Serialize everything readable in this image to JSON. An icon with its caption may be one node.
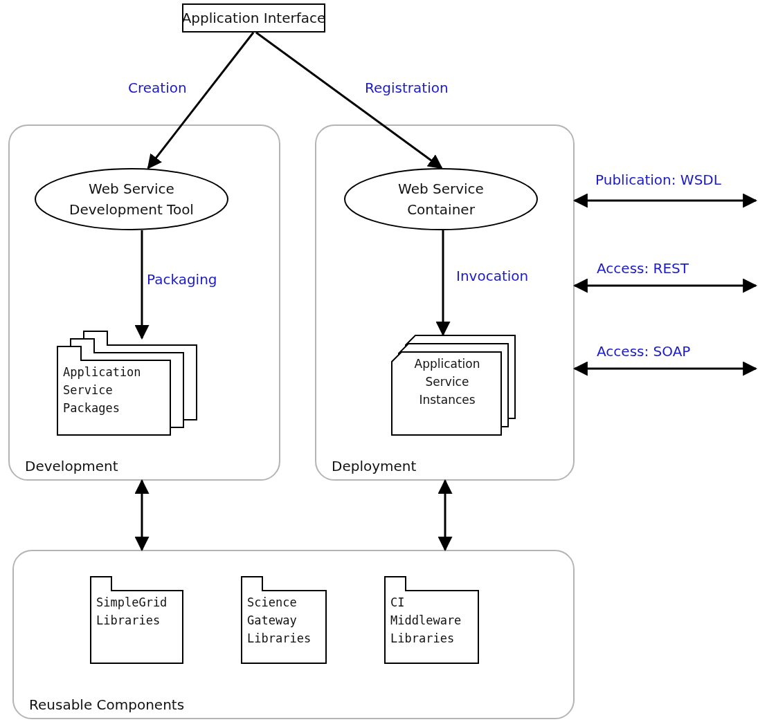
{
  "diagram": {
    "nodes": [
      {
        "text": [
          "Application Interface"
        ]
      },
      {
        "text": [
          "Development"
        ]
      },
      {
        "text": [
          "Web Service Development Tool"
        ],
        "in": 1
      },
      {
        "text": [
          "Application Service Packages"
        ],
        "in": 1
      },
      {
        "text": [
          "Deployment"
        ]
      },
      {
        "text": [
          "Web Service Container"
        ],
        "in": 4
      },
      {
        "text": [
          "Application Service Instances"
        ],
        "in": 4
      },
      {
        "text": [
          "Reusable Components"
        ]
      },
      {
        "text": [
          "SimpleGrid Libraries"
        ],
        "in": 7
      },
      {
        "text": [
          "Science Gateway Libraries"
        ],
        "in": 7
      },
      {
        "text": [
          "CI Middleware Libraries"
        ],
        "in": 7
      }
    ],
    "edges": [
      {
        "from": 0,
        "to": 2,
        "arrow": "to",
        "label": "Creation"
      },
      {
        "from": 0,
        "to": 5,
        "arrow": "to",
        "label": "Registration"
      },
      {
        "from": 2,
        "to": 3,
        "arrow": "to",
        "label": "Packaging"
      },
      {
        "from": 5,
        "to": 6,
        "arrow": "to",
        "label": "Invocation"
      },
      {
        "from": 1,
        "to": 7,
        "arrow": "both"
      },
      {
        "from": 4,
        "to": 7,
        "arrow": "both"
      },
      {
        "from": 4,
        "to": null,
        "arrow": "both",
        "label": "Publication: WSDL"
      },
      {
        "from": 4,
        "to": null,
        "arrow": "both",
        "label": "Access: REST"
      },
      {
        "from": 4,
        "to": null,
        "arrow": "both",
        "label": "Access: SOAP"
      }
    ]
  }
}
